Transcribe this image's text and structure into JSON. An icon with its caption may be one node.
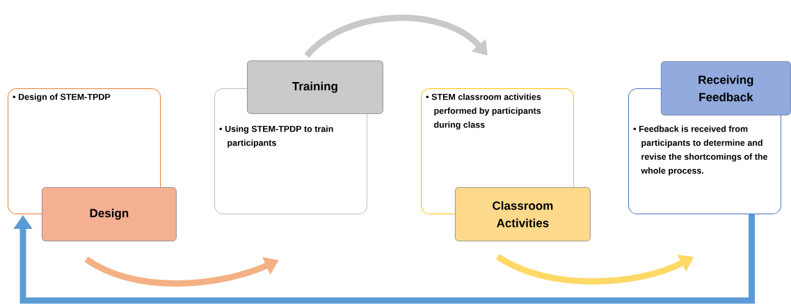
{
  "diagram": {
    "nodes": [
      {
        "text": [
          "Design of STEM-TPDP"
        ]
      },
      {
        "text": [
          "Design"
        ]
      },
      {
        "text": [
          "Using STEM-TPDP to train participants"
        ]
      },
      {
        "text": [
          "Training"
        ]
      },
      {
        "text": [
          "STEM classroom activities performed by participants during class"
        ]
      },
      {
        "text": [
          "Classroom Activities"
        ]
      },
      {
        "text": [
          "Feedback is received from participants to determine and revise the shortcomings of the whole process."
        ]
      },
      {
        "text": [
          "Receiving Feedback"
        ]
      }
    ],
    "edges": [
      {
        "from": 1,
        "to": 2,
        "arrow": "to",
        "color": "#f4b183"
      },
      {
        "from": 3,
        "to": 4,
        "arrow": "to",
        "color": "#c9c9c9"
      },
      {
        "from": 5,
        "to": 6,
        "arrow": "to",
        "color": "#ffd966"
      },
      {
        "from": 6,
        "to": 0,
        "arrow": "to",
        "color": "#5b9bd5"
      }
    ]
  }
}
